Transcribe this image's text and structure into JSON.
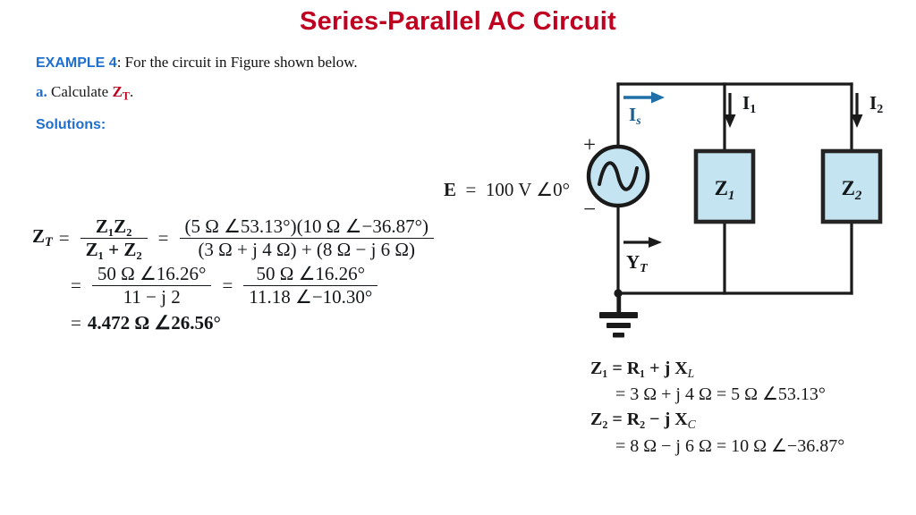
{
  "slide": {
    "title": "Series-Parallel AC Circuit",
    "title_color": "#c00020",
    "accent_blue": "#1f6fd0",
    "arrow_blue": "#1f6fa8",
    "box_fill": "#c5e4f2"
  },
  "text": {
    "example_keyword": "EXAMPLE 4",
    "example_body": ": For the circuit in Figure shown below.",
    "part_a_letter": "a.",
    "part_a_body": "Calculate",
    "part_a_symbol": "Z",
    "part_a_symbol_sub": "T",
    "part_a_period": ".",
    "solutions_label": "Solutions:"
  },
  "equations": {
    "zt": {
      "lhs_symbol": "Z",
      "lhs_sub": "T",
      "eq1": "=",
      "frac1_num": "Z₁Z₂",
      "frac1_den": "Z₁ + Z₂",
      "eq2": "=",
      "frac2_num": "(5 Ω ∠53.13°)(10 Ω ∠−36.87°)",
      "frac2_den": "(3 Ω +  j 4 Ω) + (8 Ω − j 6 Ω)",
      "eq3": "=",
      "frac3_num": "50 Ω ∠16.26°",
      "frac3_den": "11 − j 2",
      "eq4": "=",
      "frac4_num": "50 Ω ∠16.26°",
      "frac4_den": "11.18 ∠−10.30°",
      "eq5": "=",
      "result": "4.472 Ω ∠26.56°"
    },
    "source": {
      "symbol": "E",
      "equals": "=",
      "value": "100 V ∠0°"
    },
    "z1": {
      "line1": "Z₁ = R₁ + j X",
      "line1_sub": "L",
      "line2": "= 3 Ω + j 4 Ω = 5 Ω ∠53.13°"
    },
    "z2": {
      "line1": "Z₂ = R₂ − j X",
      "line1_sub": "C",
      "line2": "= 8 Ω − j 6 Ω = 10 Ω ∠−36.87°"
    }
  },
  "circuit": {
    "source_plus": "+",
    "source_minus": "−",
    "current_source_label": "I",
    "current_source_sub": "s",
    "current_1_label": "I",
    "current_1_sub": "1",
    "current_2_label": "I",
    "current_2_sub": "2",
    "admittance_label": "Y",
    "admittance_sub": "T",
    "impedance_1_label": "Z",
    "impedance_1_sub": "1",
    "impedance_2_label": "Z",
    "impedance_2_sub": "2"
  }
}
